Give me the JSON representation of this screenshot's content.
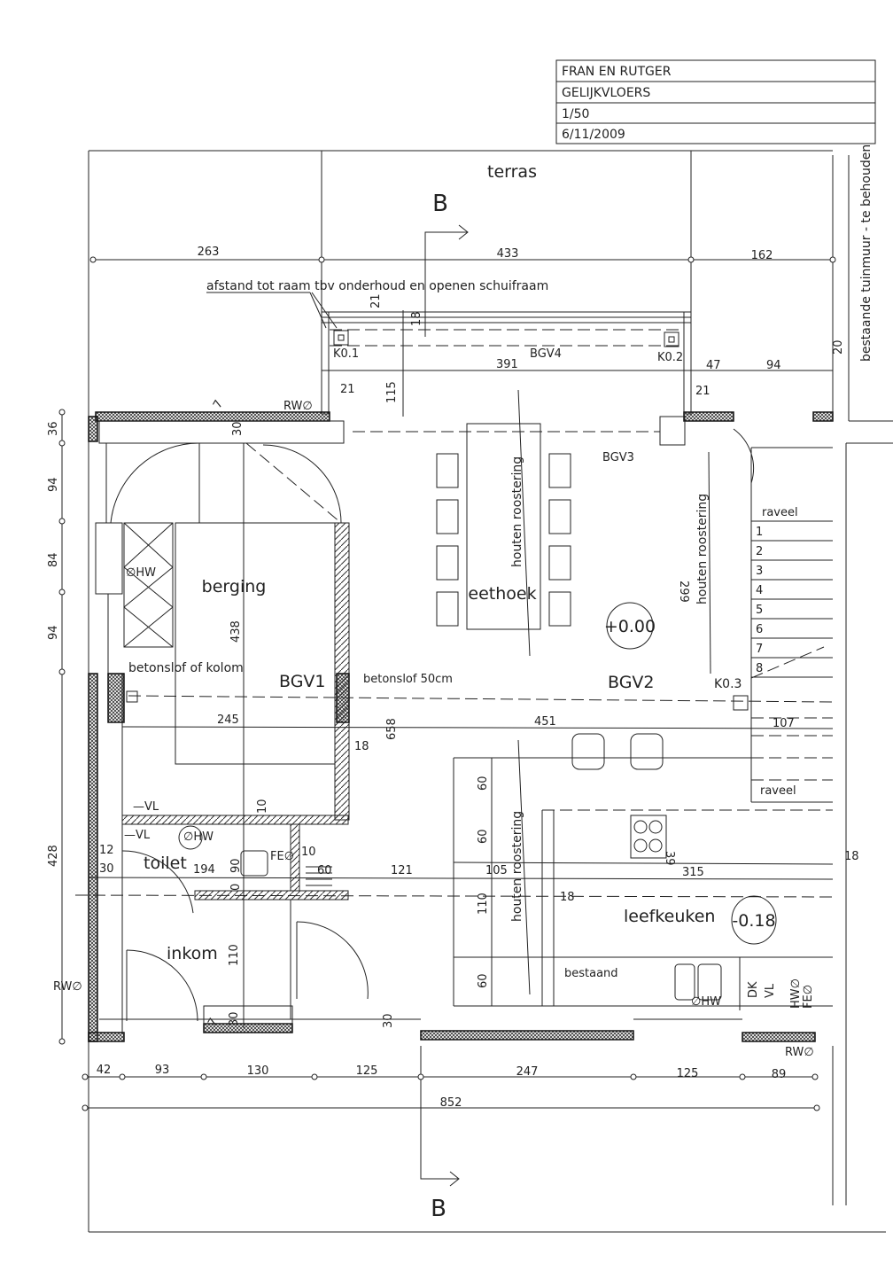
{
  "title_block": {
    "project": "FRAN EN RUTGER",
    "floor": "GELIJKVLOERS",
    "scale": "1/50",
    "date": "6/11/2009"
  },
  "section_marks": {
    "top": "B",
    "bottom": "B"
  },
  "rooms": {
    "terras": "terras",
    "berging": "berging",
    "eethoek": "eethoek",
    "toilet": "toilet",
    "inkom": "inkom",
    "leefkeuken": "leefkeuken"
  },
  "levels": {
    "main": "+0.00",
    "kitchen": "-0.18"
  },
  "notes": {
    "window_clearance": "afstand tot raam tbv onderhoud en openen schuifraam",
    "garden_wall": "bestaande tuinmuur - te behouden",
    "column": "betonslof of kolom",
    "beam": "betonslof 50cm",
    "existing": "bestaand",
    "roostering_1": "houten roostering",
    "roostering_2": "houten roostering",
    "roostering_3": "houten roostering",
    "raveel_top": "raveel",
    "raveel_bottom": "raveel"
  },
  "beams": {
    "bgv1": "BGV1",
    "bgv2": "BGV2",
    "bgv3": "BGV3",
    "bgv4": "BGV4"
  },
  "columns": {
    "k01": "K0.1",
    "k02": "K0.2",
    "k03": "K0.3"
  },
  "fixtures": {
    "rw_top": "RW∅",
    "rw_left": "RW∅",
    "rw_bottom": "RW∅",
    "hw_berging": "∅HW",
    "hw_toilet": "∅HW",
    "hw_kitchen": "∅HW",
    "fe_toilet": "FE∅",
    "vl_1": "—VL",
    "vl_2": "—VL",
    "dk": "DK",
    "vl_kitchen": "VL",
    "hw_col": "HW∅",
    "fe_col": "FE∅"
  },
  "stairs": {
    "steps": [
      "1",
      "2",
      "3",
      "4",
      "5",
      "6",
      "7",
      "8"
    ]
  },
  "dimensions": {
    "top": [
      "263",
      "433",
      "162"
    ],
    "bottom": [
      "42",
      "93",
      "130",
      "125",
      "247",
      "125",
      "89"
    ],
    "total": "852",
    "left": [
      "36",
      "94",
      "84",
      "94",
      "428"
    ],
    "misc": {
      "d21a": "21",
      "d18a": "18",
      "d391": "391",
      "d47": "47",
      "d94": "94",
      "d20": "20",
      "d21b": "21",
      "d21c": "21",
      "d7a": "7",
      "d115": "115",
      "d30a": "30",
      "d438": "438",
      "d245": "245",
      "d18b": "18",
      "d658": "658",
      "d299": "299",
      "d451": "451",
      "d107": "107",
      "d10a": "10",
      "d12": "12",
      "d30b": "30",
      "d194": "194",
      "d90": "90",
      "d10b": "10",
      "d60a": "60",
      "d0": "0",
      "d121": "121",
      "d105": "105",
      "d315": "315",
      "d18c": "18",
      "d18d": "18",
      "d39": "39",
      "d60b": "60",
      "d60c": "60",
      "d110a": "110",
      "d60d": "60",
      "d110b": "110",
      "d7b": "7",
      "d30c": "30",
      "d30d": "30"
    }
  }
}
